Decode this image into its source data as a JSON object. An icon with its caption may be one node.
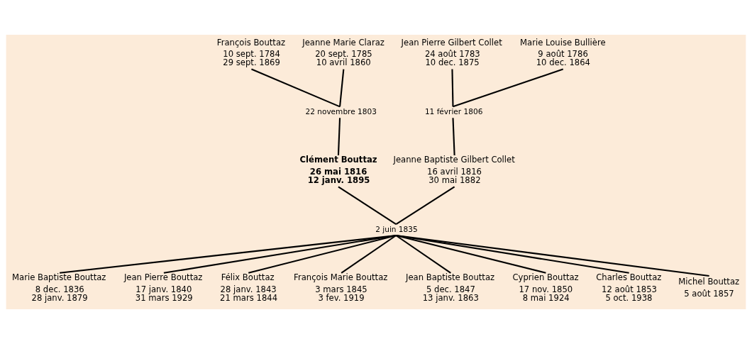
{
  "diagram": {
    "nodes": [
      {
        "text": [
          "François Bouttaz",
          "10 sept. 1784",
          "29 sept. 1869"
        ]
      },
      {
        "text": [
          "Jeanne Marie Claraz",
          "20 sept. 1785",
          "10 avril 1860"
        ]
      },
      {
        "text": [
          "Jean Pierre Gilbert Collet",
          "24 août 1783",
          "10 dec. 1875"
        ]
      },
      {
        "text": [
          "Marie Louise Bullière",
          "9 août 1786",
          "10 dec. 1864"
        ]
      },
      {
        "text": [
          "22 novembre 1803"
        ]
      },
      {
        "text": [
          "11 février 1806"
        ]
      },
      {
        "text": [
          "Clément Bouttaz",
          "26 mai 1816",
          "12 janv. 1895"
        ]
      },
      {
        "text": [
          "Jeanne Baptiste Gilbert Collet",
          "16 avril 1816",
          "30 mai 1882"
        ]
      },
      {
        "text": [
          "2 juin 1835"
        ]
      },
      {
        "text": [
          "Marie Baptiste Bouttaz",
          "8 dec. 1836",
          "28 janv. 1879"
        ]
      },
      {
        "text": [
          "Jean Pierre Bouttaz",
          "17 janv. 1840",
          "31 mars 1929"
        ]
      },
      {
        "text": [
          "Félix Bouttaz",
          "28 janv. 1843",
          "21 mars 1844"
        ]
      },
      {
        "text": [
          "François Marie Bouttaz",
          "3 mars 1845",
          "3 fev. 1919"
        ]
      },
      {
        "text": [
          "Jean Baptiste Bouttaz",
          "5 dec. 1847",
          "13 janv. 1863"
        ]
      },
      {
        "text": [
          "Cyprien Bouttaz",
          "17 nov. 1850",
          "8 mai 1924"
        ]
      },
      {
        "text": [
          "Charles Bouttaz",
          "12 août 1853",
          "5 oct. 1938"
        ]
      },
      {
        "text": [
          "Michel Bouttaz",
          "5 août 1857"
        ]
      }
    ],
    "edges": [
      {
        "from": 0,
        "to": 4,
        "arrow": "none"
      },
      {
        "from": 1,
        "to": 4,
        "arrow": "none"
      },
      {
        "from": 2,
        "to": 5,
        "arrow": "none"
      },
      {
        "from": 3,
        "to": 5,
        "arrow": "none"
      },
      {
        "from": 4,
        "to": 6,
        "arrow": "none"
      },
      {
        "from": 5,
        "to": 7,
        "arrow": "none"
      },
      {
        "from": 6,
        "to": 8,
        "arrow": "none"
      },
      {
        "from": 7,
        "to": 8,
        "arrow": "none"
      },
      {
        "from": 8,
        "to": 9,
        "arrow": "none"
      },
      {
        "from": 8,
        "to": 10,
        "arrow": "none"
      },
      {
        "from": 8,
        "to": 11,
        "arrow": "none"
      },
      {
        "from": 8,
        "to": 12,
        "arrow": "none"
      },
      {
        "from": 8,
        "to": 13,
        "arrow": "none"
      },
      {
        "from": 8,
        "to": 14,
        "arrow": "none"
      },
      {
        "from": 8,
        "to": 15,
        "arrow": "none"
      },
      {
        "from": 8,
        "to": 16,
        "arrow": "none"
      }
    ]
  }
}
